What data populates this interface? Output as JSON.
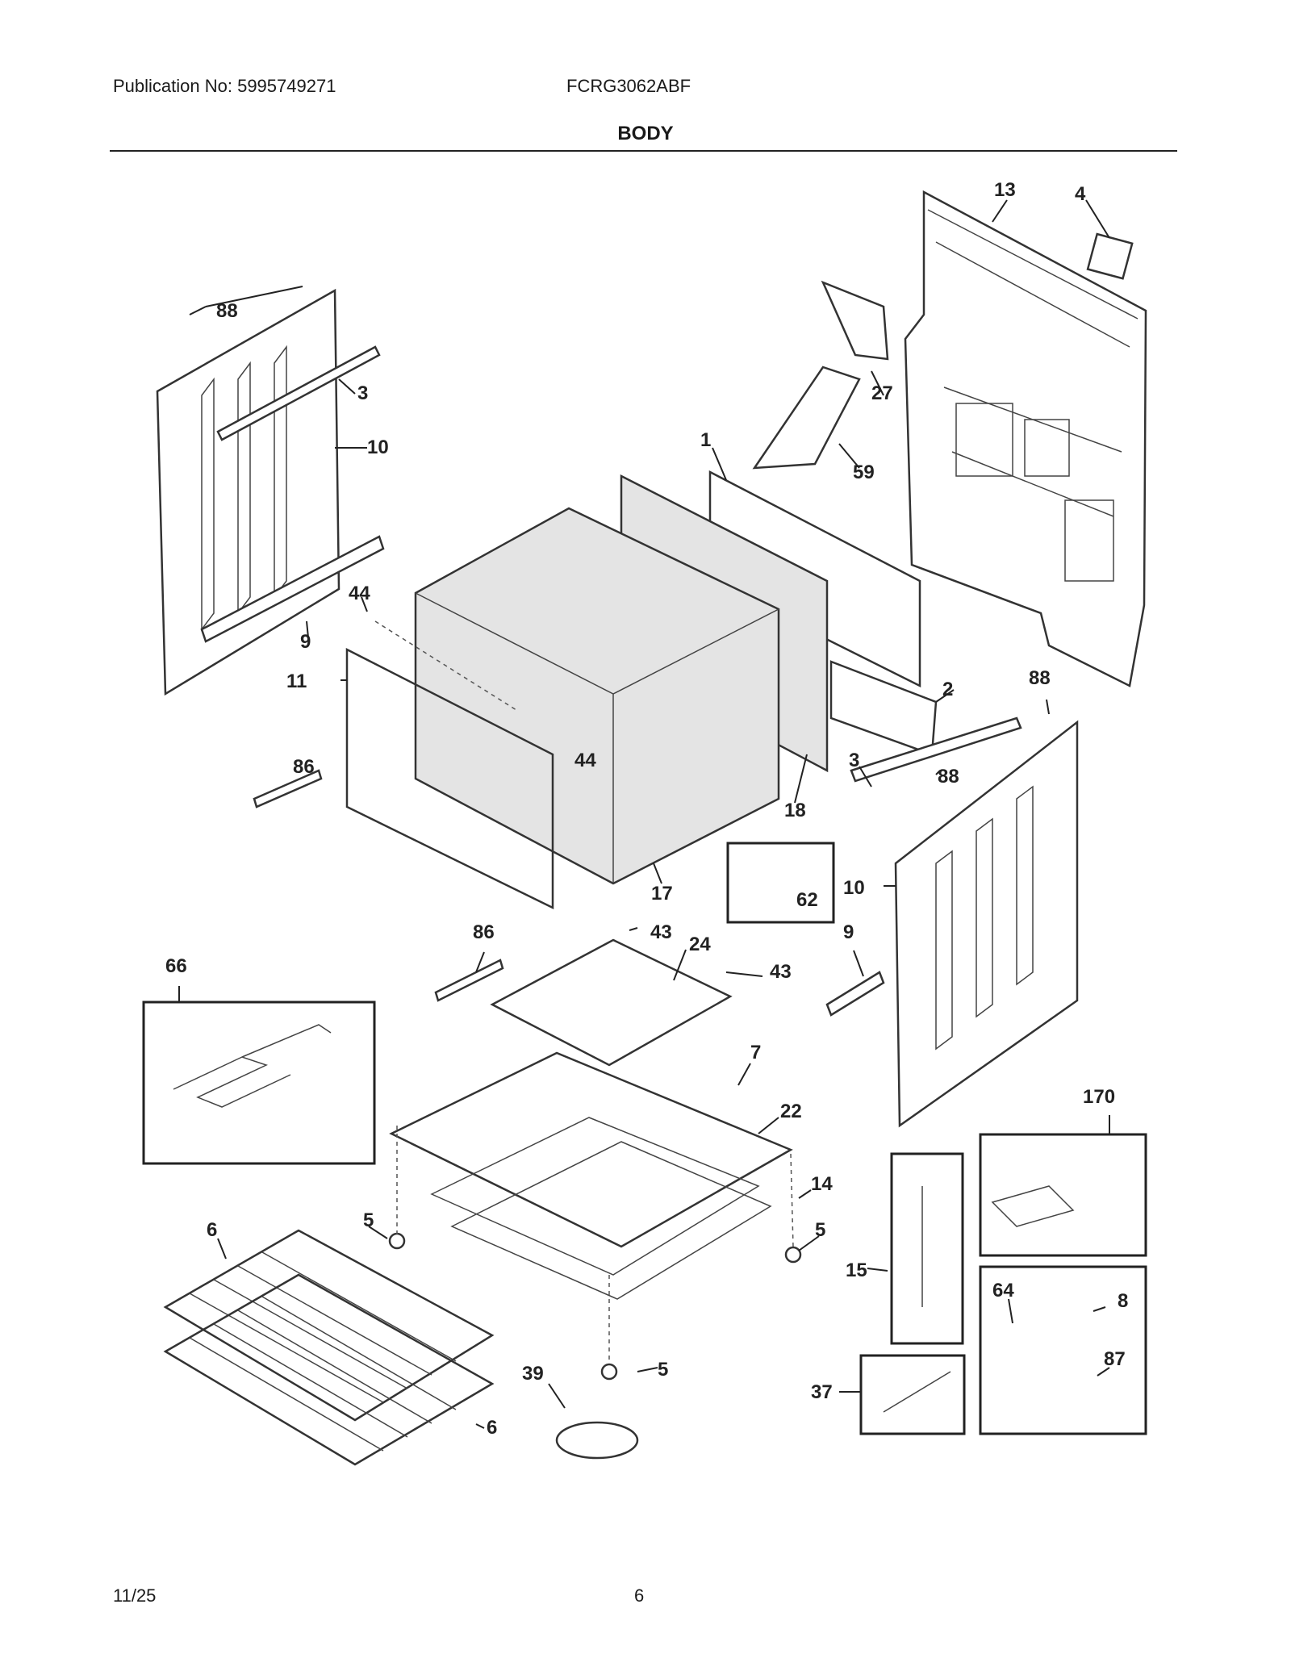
{
  "header": {
    "publication": "Publication No: 5995749271",
    "model": "FCRG3062ABF",
    "title": "BODY"
  },
  "footer": {
    "date": "11/25",
    "page": "6"
  },
  "callouts": {
    "c13": "13",
    "c4": "4",
    "c88a": "88",
    "c3a": "3",
    "c27": "27",
    "c10a": "10",
    "c1": "1",
    "c59": "59",
    "c44a": "44",
    "c9a": "9",
    "c11": "11",
    "c2": "2",
    "c88b": "88",
    "c86a": "86",
    "c44b": "44",
    "c3b": "3",
    "c88c": "88",
    "c18": "18",
    "c17": "17",
    "c62": "62",
    "c10b": "10",
    "c43a": "43",
    "c86b": "86",
    "c24": "24",
    "c9b": "9",
    "c43b": "43",
    "c66": "66",
    "c7": "7",
    "c170": "170",
    "c22": "22",
    "c14": "14",
    "c5a": "5",
    "c5b": "5",
    "c6a": "6",
    "c15": "15",
    "c64": "64",
    "c8": "8",
    "c39": "39",
    "c5c": "5",
    "c87": "87",
    "c37": "37",
    "c6b": "6"
  }
}
